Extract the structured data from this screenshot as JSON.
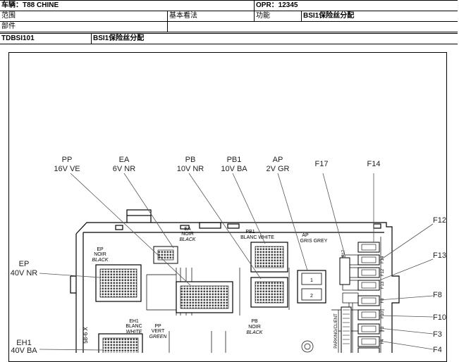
{
  "header": {
    "vehicle": "车辆：T88 CHINE",
    "opr": "OPR：12345",
    "scope_label": "范围",
    "basic_view": "基本看法",
    "function_label": "功能",
    "function_value": "BSI1保险丝分配",
    "part_label": "部件",
    "doc_code": "TDBSI101",
    "doc_title": "BSI1保险丝分配"
  },
  "diagram": {
    "callouts": [
      {
        "id": "PP",
        "name": "PP",
        "desc": "16V VE"
      },
      {
        "id": "EA",
        "name": "EA",
        "desc": "6V NR"
      },
      {
        "id": "PB",
        "name": "PB",
        "desc": "10V NR"
      },
      {
        "id": "PB1",
        "name": "PB1",
        "desc": "10V BA"
      },
      {
        "id": "AP",
        "name": "AP",
        "desc": "2V GR"
      },
      {
        "id": "F17",
        "name": "F17",
        "desc": ""
      },
      {
        "id": "F14",
        "name": "F14",
        "desc": ""
      },
      {
        "id": "F12",
        "name": "F12",
        "desc": ""
      },
      {
        "id": "F13",
        "name": "F13",
        "desc": ""
      },
      {
        "id": "F8",
        "name": "F8",
        "desc": ""
      },
      {
        "id": "F10",
        "name": "F10",
        "desc": ""
      },
      {
        "id": "F3",
        "name": "F3",
        "desc": ""
      },
      {
        "id": "F4",
        "name": "F4",
        "desc": ""
      },
      {
        "id": "EP",
        "name": "EP",
        "desc": "40V NR"
      },
      {
        "id": "EH1",
        "name": "EH1",
        "desc": "40V BA"
      }
    ],
    "connector_labels": {
      "ea": [
        "EA",
        "NOIR",
        "BLACK"
      ],
      "pb1": [
        "PB1",
        "BLANC WHITE"
      ],
      "ap": [
        "AP",
        "GRIS GREY"
      ],
      "ep": [
        "EP",
        "NOIR",
        "BLACK"
      ],
      "eh1": [
        "EH1",
        "BLANC",
        "WHITE"
      ],
      "pp": [
        "PP",
        "VERT",
        "GREEN"
      ],
      "pb": [
        "PB",
        "NOIR",
        "BLACK"
      ]
    },
    "fuse_labels": [
      "F14",
      "F12",
      "F13",
      "F8",
      "F10",
      "F3",
      "F4"
    ],
    "box_side_text": "58-6 X",
    "side_label": "PARKING/CLIENT",
    "small_f17": "F17",
    "ap_pins": [
      "1",
      "2"
    ]
  }
}
